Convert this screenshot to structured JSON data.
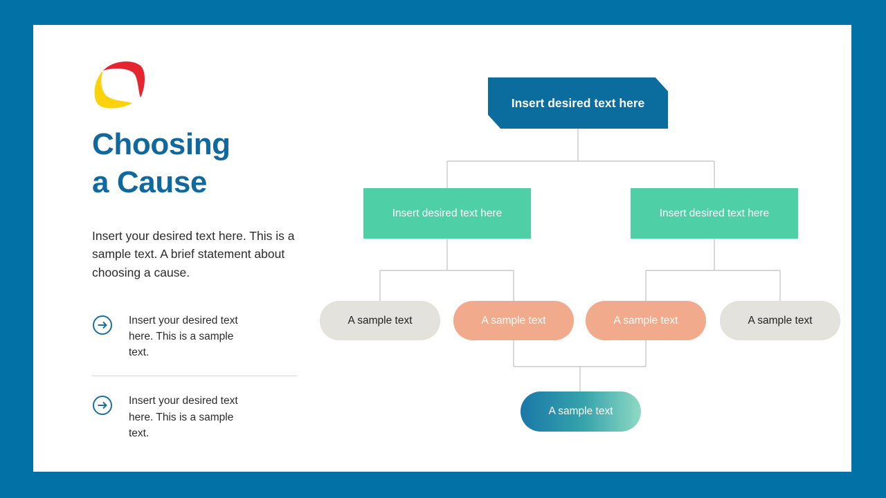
{
  "slide": {
    "background_color": "#0272a6",
    "card_color": "#ffffff",
    "title": "Choosing\na Cause",
    "title_color": "#10699e",
    "intro_paragraph": "Insert your desired text here. This is a sample text. A brief statement about choosing a cause.",
    "logo": {
      "name": "brand-logo",
      "red": "#e3262f",
      "yellow": "#fbd20b"
    }
  },
  "bullets": [
    {
      "icon": "circle-arrow-right-icon",
      "text": "Insert your desired text here. This is a sample text."
    },
    {
      "icon": "circle-arrow-right-icon",
      "text": "Insert your desired text here. This is a sample text."
    }
  ],
  "flowchart": {
    "type": "tree-diagram",
    "connector_color": "#c9c9c9",
    "root": {
      "label": "Insert desired text here",
      "color": "#0a6d9e",
      "text_color": "#ffffff",
      "shape": "chamfered-banner"
    },
    "level2": [
      {
        "label": "Insert desired text here",
        "color": "#4ecfa6",
        "text_color": "#ffffff",
        "shape": "rectangle"
      },
      {
        "label": "Insert desired text here",
        "color": "#4ecfa6",
        "text_color": "#ffffff",
        "shape": "rectangle"
      }
    ],
    "level3": [
      {
        "label": "A sample text",
        "color": "#e3e2dc",
        "text_color": "#222222",
        "shape": "pill"
      },
      {
        "label": "A sample text",
        "color": "#f1ab8c",
        "text_color": "#ffffff",
        "shape": "pill"
      },
      {
        "label": "A sample text",
        "color": "#f1ab8c",
        "text_color": "#ffffff",
        "shape": "pill"
      },
      {
        "label": "A sample text",
        "color": "#e3e2dc",
        "text_color": "#222222",
        "shape": "pill"
      }
    ],
    "final": {
      "label": "A sample text",
      "gradient_from": "#1a78a8",
      "gradient_to": "#8fd9c4",
      "text_color": "#ffffff",
      "shape": "pill"
    }
  }
}
